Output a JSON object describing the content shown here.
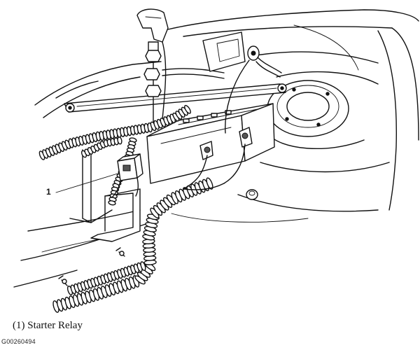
{
  "callout": {
    "number": "1"
  },
  "caption": {
    "text": "(1) Starter Relay"
  },
  "figure_code": {
    "text": "G00260494"
  }
}
